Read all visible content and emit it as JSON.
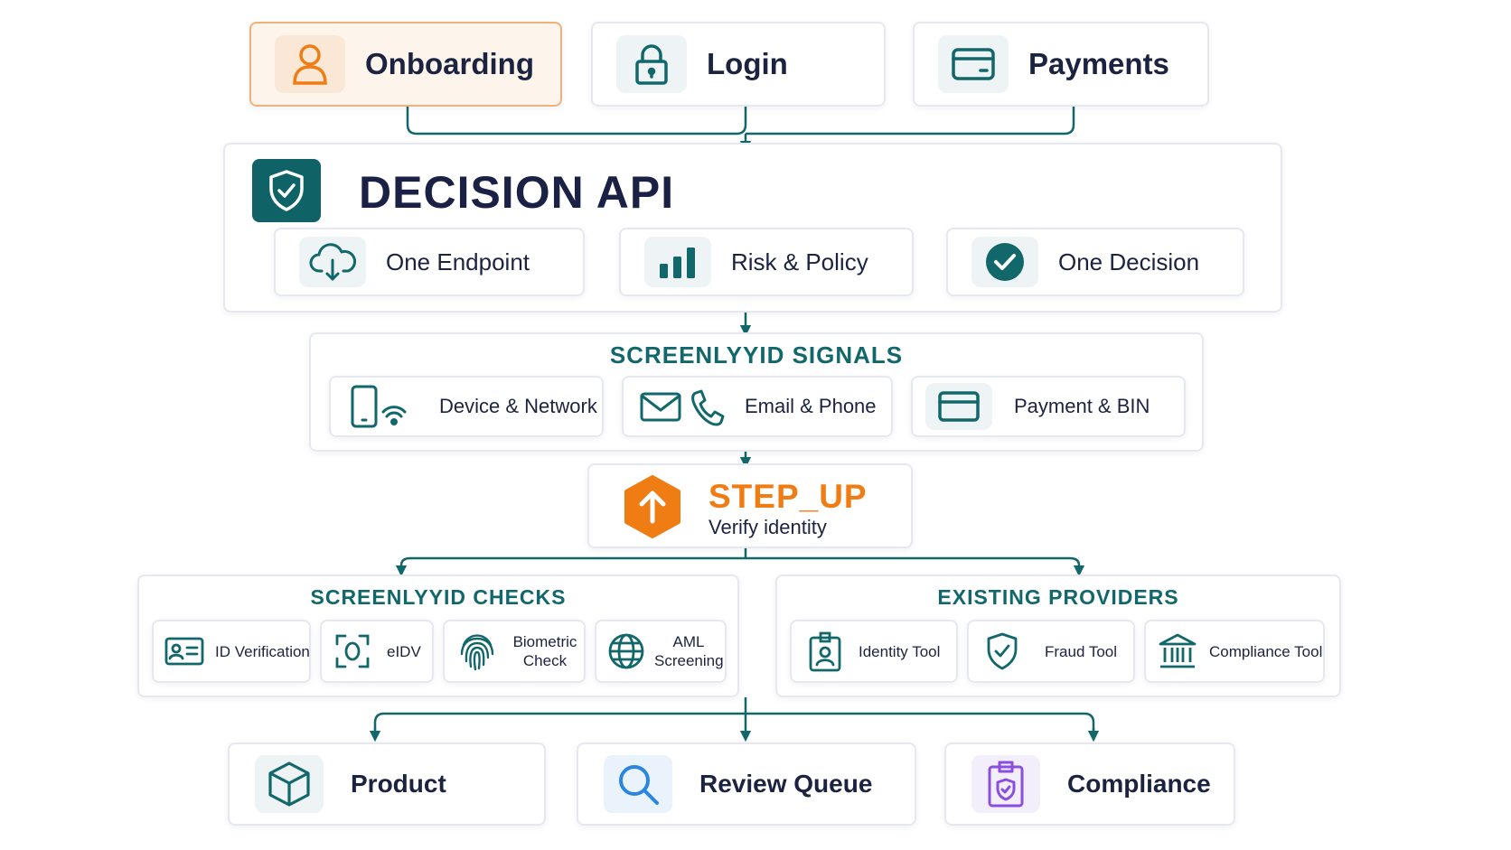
{
  "colors": {
    "teal": "#12676a",
    "navy": "#1b2145",
    "orange": "#f07c14",
    "purple": "#8b4fe0",
    "blue": "#2b86e0"
  },
  "top_row": [
    {
      "label": "Onboarding",
      "icon": "user-icon"
    },
    {
      "label": "Login",
      "icon": "lock-icon"
    },
    {
      "label": "Payments",
      "icon": "card-icon"
    }
  ],
  "decision_api": {
    "title": "DECISION API",
    "icon": "shield-check-icon",
    "features": [
      {
        "label": "One Endpoint",
        "icon": "cloud-download-icon"
      },
      {
        "label": "Risk & Policy",
        "icon": "bar-chart-icon"
      },
      {
        "label": "One Decision",
        "icon": "check-circle-icon"
      }
    ]
  },
  "signals": {
    "title": "SCREENLYYID SIGNALS",
    "items": [
      {
        "label": "Device & Network",
        "icon": "phone-wifi-icon"
      },
      {
        "label": "Email & Phone",
        "icon": "mail-phone-icon"
      },
      {
        "label": "Payment & BIN",
        "icon": "card-icon"
      }
    ]
  },
  "step_up": {
    "title": "STEP_UP",
    "subtitle": "Verify identity",
    "icon": "arrow-up-hexagon-icon"
  },
  "checks": {
    "title": "SCREENLYYID CHECKS",
    "items": [
      {
        "label": "ID Verification",
        "icon": "id-card-icon"
      },
      {
        "label": "eIDV",
        "icon": "face-scan-icon"
      },
      {
        "label": "Biometric Check",
        "icon": "fingerprint-icon"
      },
      {
        "label": "AML Screening",
        "icon": "globe-icon"
      }
    ]
  },
  "providers": {
    "title": "EXISTING PROVIDERS",
    "items": [
      {
        "label": "Identity Tool",
        "icon": "badge-user-icon"
      },
      {
        "label": "Fraud Tool",
        "icon": "shield-check-icon"
      },
      {
        "label": "Compliance Tool",
        "icon": "bank-icon"
      }
    ]
  },
  "outputs": [
    {
      "label": "Product",
      "icon": "cube-icon"
    },
    {
      "label": "Review Queue",
      "icon": "magnifier-icon"
    },
    {
      "label": "Compliance",
      "icon": "clipboard-shield-icon"
    }
  ]
}
